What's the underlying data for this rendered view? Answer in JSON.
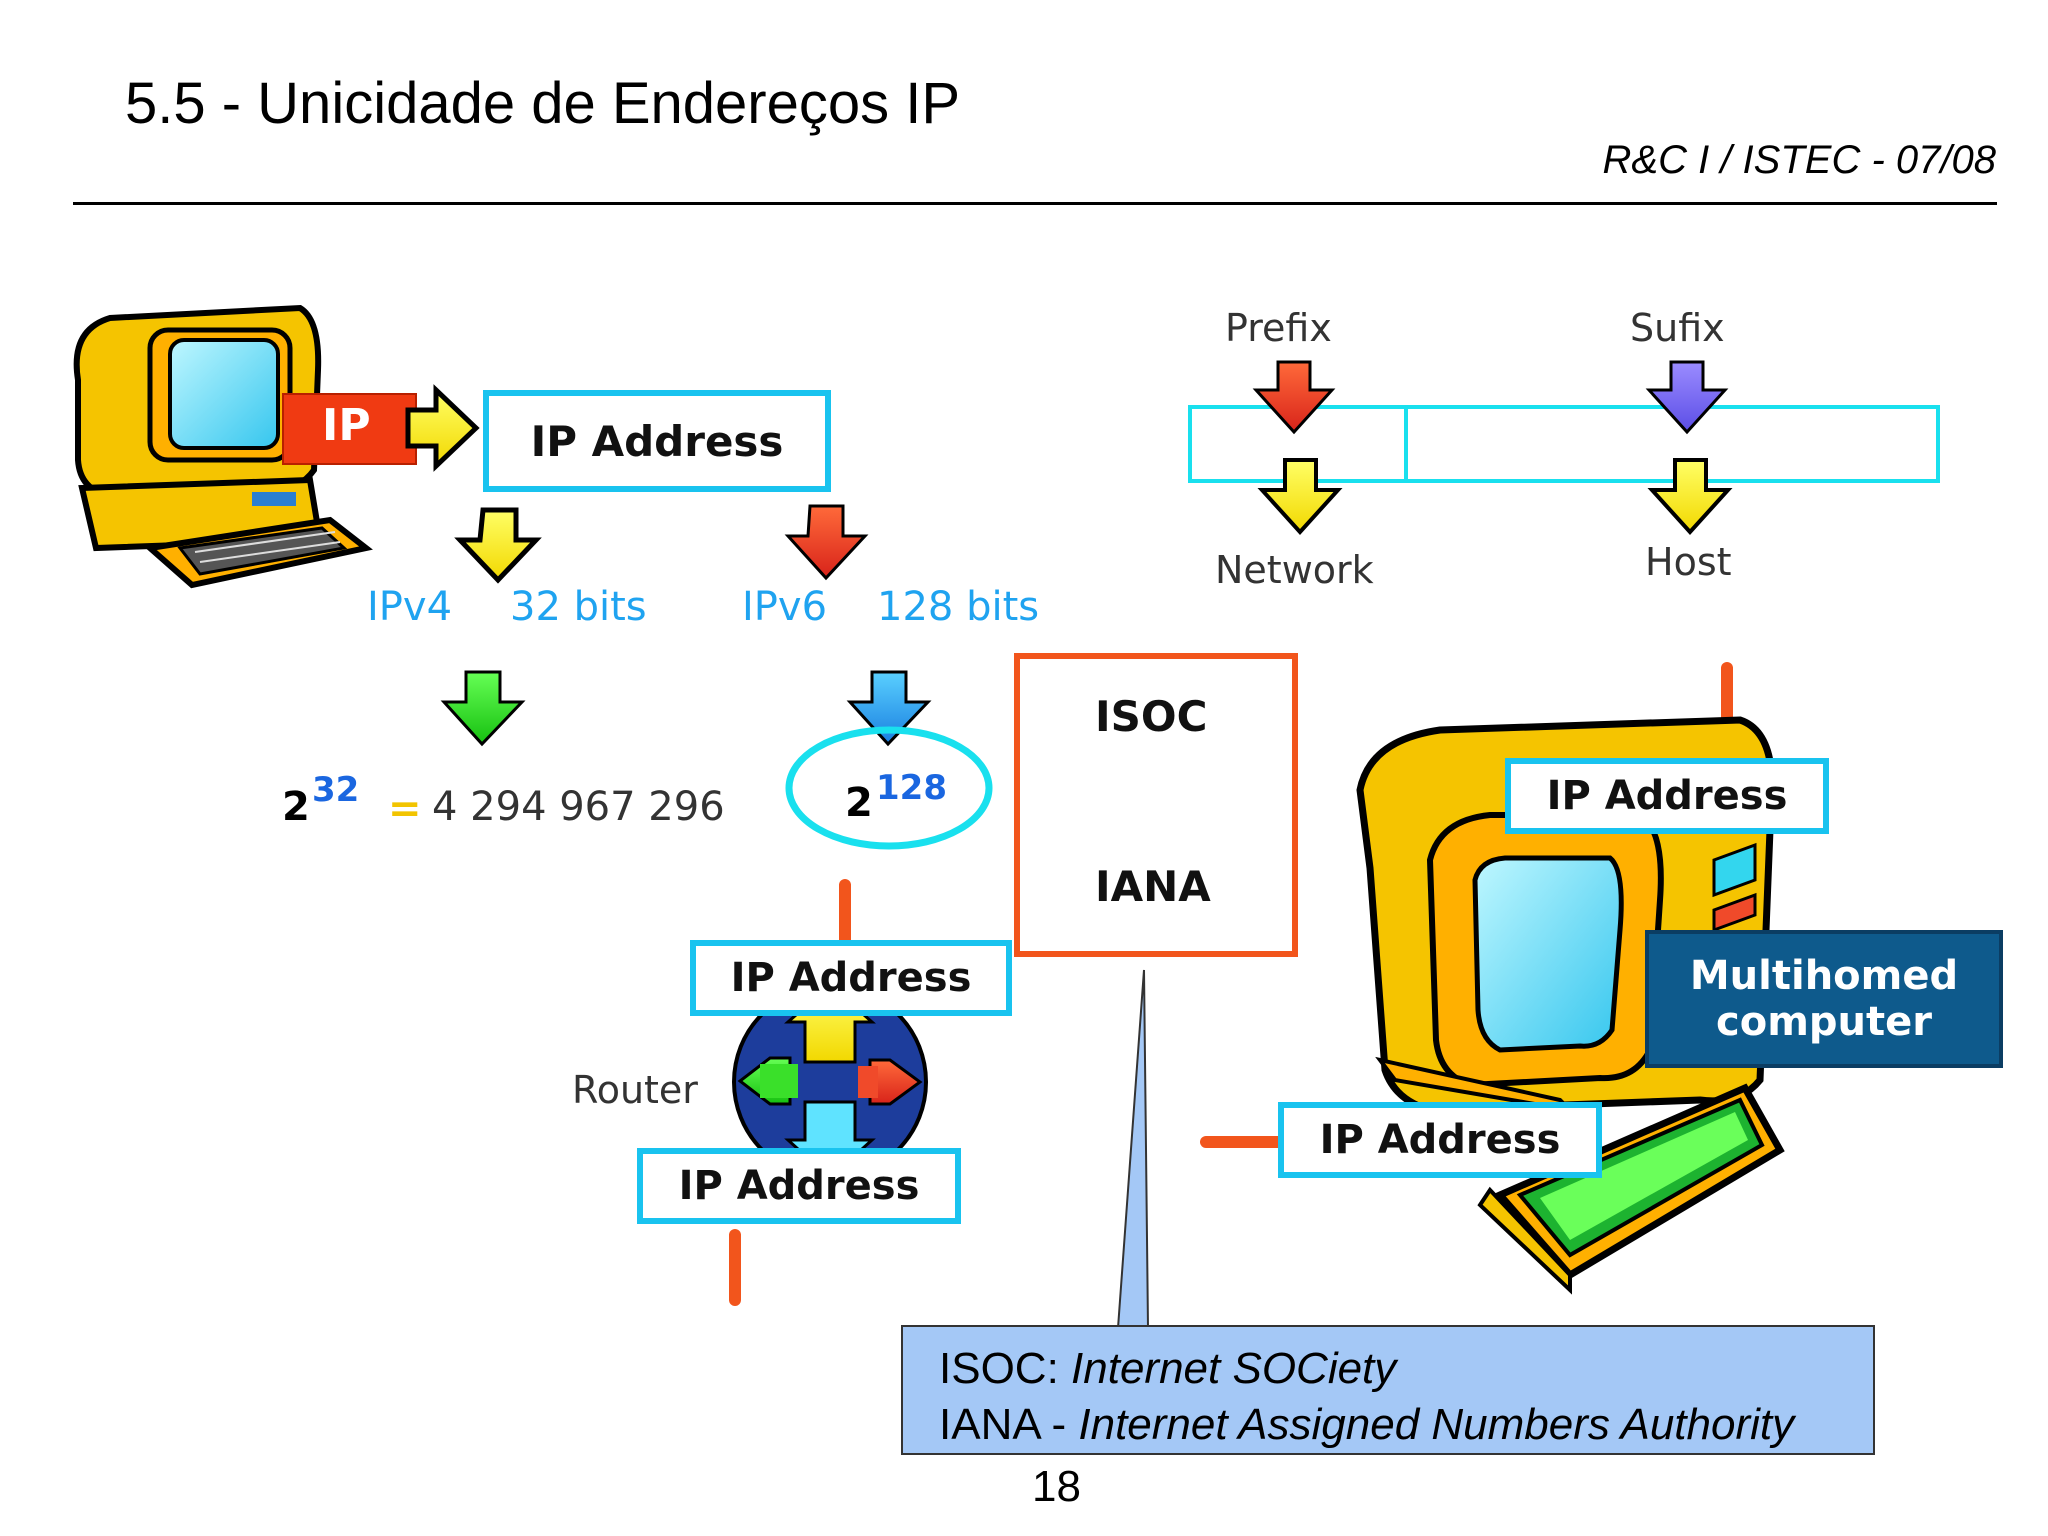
{
  "header": {
    "title": "5.5 - Unicidade de Endereços IP",
    "course": "R&C I  /  ISTEC  -  07/08"
  },
  "computer_left": {
    "ip_tag": "IP",
    "ip_address_label": "IP Address"
  },
  "versions": {
    "ipv4": "IPv4",
    "ipv4_bits": "32 bits",
    "ipv6": "IPv6",
    "ipv6_bits": "128 bits"
  },
  "powers": {
    "ipv4_base": "2",
    "ipv4_exp": "32",
    "equals": "=",
    "ipv4_value": "4 294 967 296",
    "ipv6_base": "2",
    "ipv6_exp": "128"
  },
  "address_structure": {
    "prefix": "Prefix",
    "sufix": "Sufix",
    "network": "Network",
    "host": "Host"
  },
  "authority": {
    "isoc": "ISOC",
    "iana": "IANA"
  },
  "router": {
    "label": "Router",
    "ip_top": "IP Address",
    "ip_bottom": "IP Address"
  },
  "multihomed": {
    "ip_top": "IP Address",
    "ip_bottom": "IP Address",
    "line1": "Multihomed",
    "line2": "computer"
  },
  "note": {
    "isoc_abbr": "ISOC: ",
    "isoc_full": "Internet SOCiety",
    "iana_abbr": "IANA - ",
    "iana_full": "Internet Assigned Numbers Authority"
  },
  "page_number": "18",
  "colors": {
    "box_border": "#19c3ef",
    "ipv_text": "#1fa3f0",
    "isoc_border": "#f2551c",
    "multihomed_bg": "#0e5a8c",
    "note_bg": "#a4c8f6",
    "wire": "#f2551c"
  },
  "icons": [
    "computer-icon",
    "router-icon",
    "arrow-down-icon",
    "arrow-right-icon"
  ]
}
